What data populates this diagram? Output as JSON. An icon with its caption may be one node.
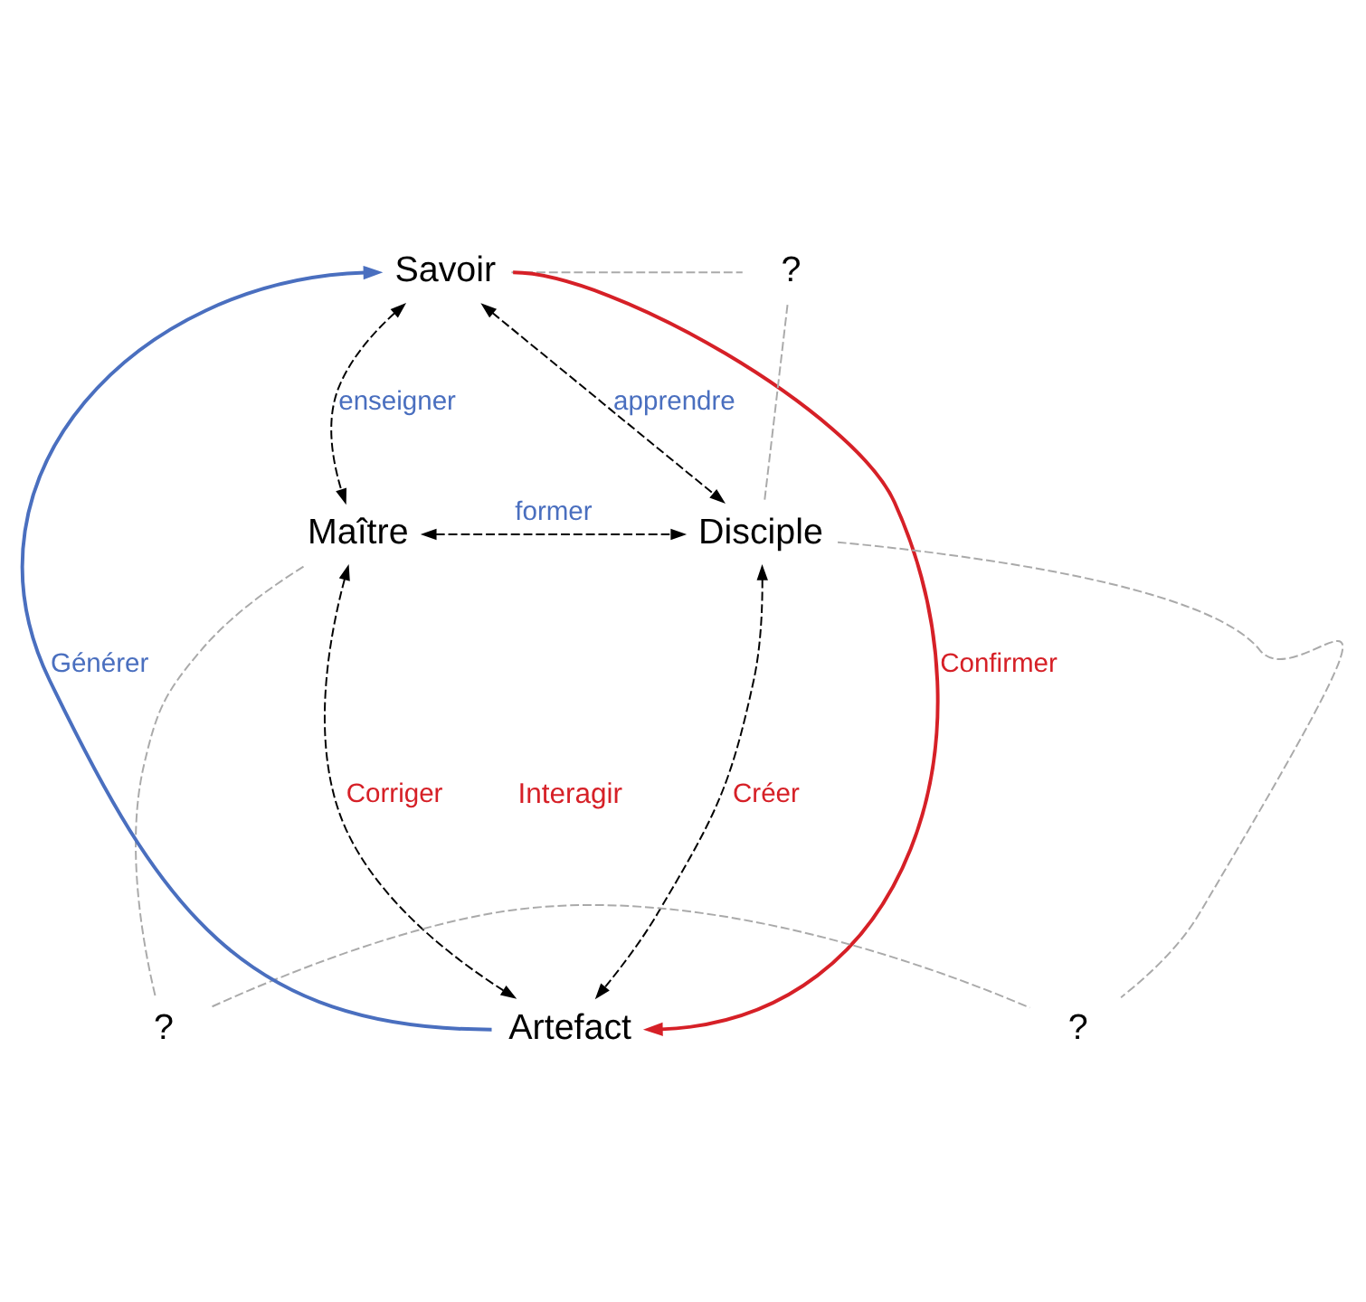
{
  "diagram": {
    "nodes": [
      {
        "text": [
          "Savoir"
        ]
      },
      {
        "text": [
          "?"
        ]
      },
      {
        "text": [
          "Maître"
        ]
      },
      {
        "text": [
          "Disciple"
        ]
      },
      {
        "text": [
          "?"
        ]
      },
      {
        "text": [
          "Artefact"
        ]
      },
      {
        "text": [
          "?"
        ]
      }
    ],
    "edges": [
      {
        "from": 0,
        "to": 2,
        "arrow": "both",
        "style": "dashed",
        "label": "enseigner"
      },
      {
        "from": 0,
        "to": 3,
        "arrow": "both",
        "style": "dashed",
        "label": "apprendre"
      },
      {
        "from": 2,
        "to": 3,
        "arrow": "both",
        "style": "dashed",
        "label": "former"
      },
      {
        "from": 2,
        "to": 5,
        "arrow": "both",
        "style": "dashed",
        "label": "Corriger"
      },
      {
        "from": 3,
        "to": 5,
        "arrow": "both",
        "style": "dashed",
        "label": "Créer"
      },
      {
        "from": 5,
        "to": 0,
        "arrow": "to",
        "color": "#4a6fbf",
        "label": "Générer"
      },
      {
        "from": 0,
        "to": 5,
        "arrow": "to",
        "color": "#d62027",
        "label": "Confirmer"
      },
      {
        "from": 0,
        "to": 1,
        "arrow": "none",
        "style": "dashed",
        "color": "#aaaaaa"
      },
      {
        "from": 1,
        "to": 3,
        "arrow": "none",
        "style": "dashed",
        "color": "#aaaaaa"
      },
      {
        "from": 3,
        "to": 6,
        "arrow": "none",
        "style": "dashed",
        "color": "#aaaaaa"
      },
      {
        "from": 2,
        "to": 4,
        "arrow": "none",
        "style": "dashed",
        "color": "#aaaaaa"
      },
      {
        "from": 4,
        "to": 6,
        "arrow": "none",
        "style": "dashed",
        "color": "#aaaaaa"
      }
    ],
    "labels": [
      "Interagir"
    ]
  }
}
